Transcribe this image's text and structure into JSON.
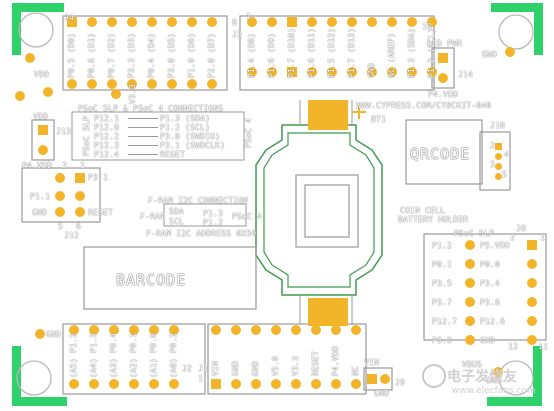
{
  "colors": {
    "pad": "#f2b52a",
    "silk": "#ffffff",
    "outline": "#9a9a9a",
    "mount": "#2ed16a",
    "battery": "#3f9a4f"
  },
  "j4": {
    "ref": "J4",
    "pins": [
      "P0.5 (D0)",
      "P0.6 (D1)",
      "P0.7 (D2)",
      "P3.3 (D3)",
      "P0.4 (D4)",
      "P3.0 (D5)",
      "P1.0 (D6)",
      "P2.0 (D7)"
    ]
  },
  "j3": {
    "ref": "J3",
    "pins": [
      "P1.4 (D8)",
      "P1.6 (D9)",
      "P1.7 (D10)",
      "P1.6 (D11)",
      "P1.5 (D12)",
      "P1.7 (D13)",
      "GND",
      "NC (AREF)",
      "P1.3 (SDA)",
      "P1.2 (SCL)"
    ],
    "pin1": "1",
    "pin8": "8",
    "pin10": "10"
  },
  "j2": {
    "ref": "J2",
    "pins": [
      "(A5) P1.2",
      "(A4) P1.3",
      "(A3) P0.4",
      "(A2) P0.1",
      "(A1) P0.0",
      "(A0) P0.2"
    ]
  },
  "j1": {
    "ref": "J1",
    "pins": [
      "VIN",
      "GND",
      "GND",
      "V5.0",
      "V3.3",
      "RESET",
      "P4.VDD",
      "NC"
    ],
    "pin1": "1"
  },
  "led": {
    "label": "LED PWR",
    "j14": "J14",
    "p4vdd": "P4.VDD"
  },
  "vdd_labels": {
    "top_left": "VDD",
    "top_left_gnd": "",
    "top_right": "GND",
    "bottom_left_gnd": "GND",
    "bottom_right_gnd": "GND"
  },
  "v33": "V3.3",
  "cypress_url": "WWW.CYPRESS.COM/CY8CKIT-040",
  "bt1": "BT1",
  "psoc_connections": {
    "title": "PSoC 5LP & PSoC 4 CONNECTIONS",
    "left_header": "PSoC 5LP",
    "right_header": "PSoC 4",
    "left": [
      "P12.1",
      "P12.0",
      "P12.2",
      "P12.3",
      "P12.4"
    ],
    "right": [
      "P1.3 (SDA)",
      "P1.2 (SCL)",
      "P3.0 (SWDIO)",
      "P3.1 (SWDCLK)",
      "RESET"
    ]
  },
  "j13": {
    "ref": "J13",
    "top": "VDD",
    "bottom": "P4.VDD"
  },
  "j12": {
    "ref": "J12",
    "left": [
      "P1.1",
      "GND"
    ],
    "right": [
      "P3.1",
      "RESET"
    ],
    "nums": [
      "2",
      "1",
      "5",
      "6"
    ]
  },
  "fram": {
    "title": "F-RAM I2C CONNECTION",
    "fram": "F-RAM",
    "sda": "SDA",
    "scl": "SCL",
    "p13": "P1.3",
    "p12": "P1.2",
    "psoc4": "PSoC 4",
    "address": "F-RAM I2C ADDRESS 0X50"
  },
  "barcode": "BARCODE",
  "qrcode": "QRCODE",
  "j10": {
    "ref": "J10",
    "nums": [
      "2",
      "4",
      "3",
      "5"
    ]
  },
  "coin_cell": [
    "COIN CELL",
    "BATTERY HOLDER"
  ],
  "j8": {
    "ref": "J8",
    "header": "PSoC 5LP",
    "left": [
      "P1.2",
      "P0.1",
      "P3.5",
      "P3.7",
      "P12.7",
      "P3.0"
    ],
    "right": [
      "P5.VDD",
      "P0.0",
      "P3.4",
      "P3.6",
      "P12.6",
      "GND"
    ],
    "num2": "2",
    "num1": "1",
    "num12": "12",
    "num11": "11"
  },
  "j9": {
    "ref": "J9",
    "labels": [
      "VIN",
      "GND"
    ]
  },
  "vbus": "VBUS",
  "watermark": "电子发烧友",
  "watermark_url": "www.elecfans.com"
}
